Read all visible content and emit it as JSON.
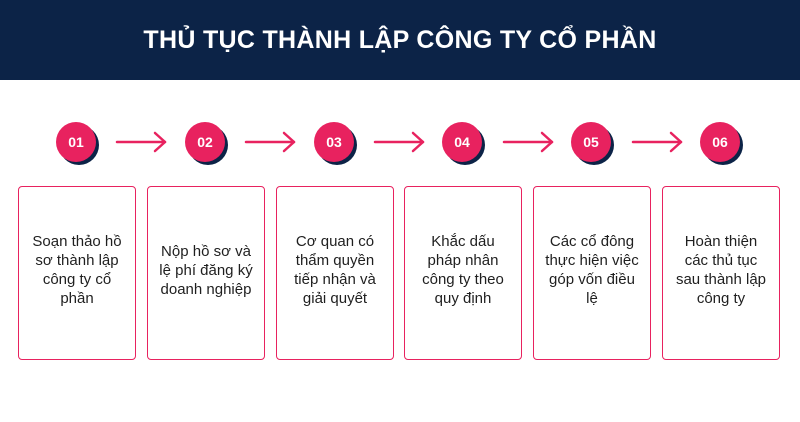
{
  "header": {
    "title": "THỦ TỤC THÀNH LẬP CÔNG TY CỔ PHẦN"
  },
  "colors": {
    "header_background": "#0c2347",
    "accent": "#e8225f",
    "text": "#1f1f1f"
  },
  "steps": [
    {
      "number": "01",
      "text": "Soạn thảo hồ sơ thành lập công ty cổ phần"
    },
    {
      "number": "02",
      "text": "Nộp hồ sơ và lệ phí đăng ký doanh nghiệp"
    },
    {
      "number": "03",
      "text": "Cơ quan có thẩm quyền tiếp nhận và giải quyết"
    },
    {
      "number": "04",
      "text": "Khắc dấu pháp nhân công ty theo quy định"
    },
    {
      "number": "05",
      "text": "Các cổ đông thực hiện việc góp vốn điều lệ"
    },
    {
      "number": "06",
      "text": "Hoàn thiện các thủ tục sau thành lập công ty"
    }
  ],
  "icons": {
    "connector": "arrow-right-icon"
  }
}
